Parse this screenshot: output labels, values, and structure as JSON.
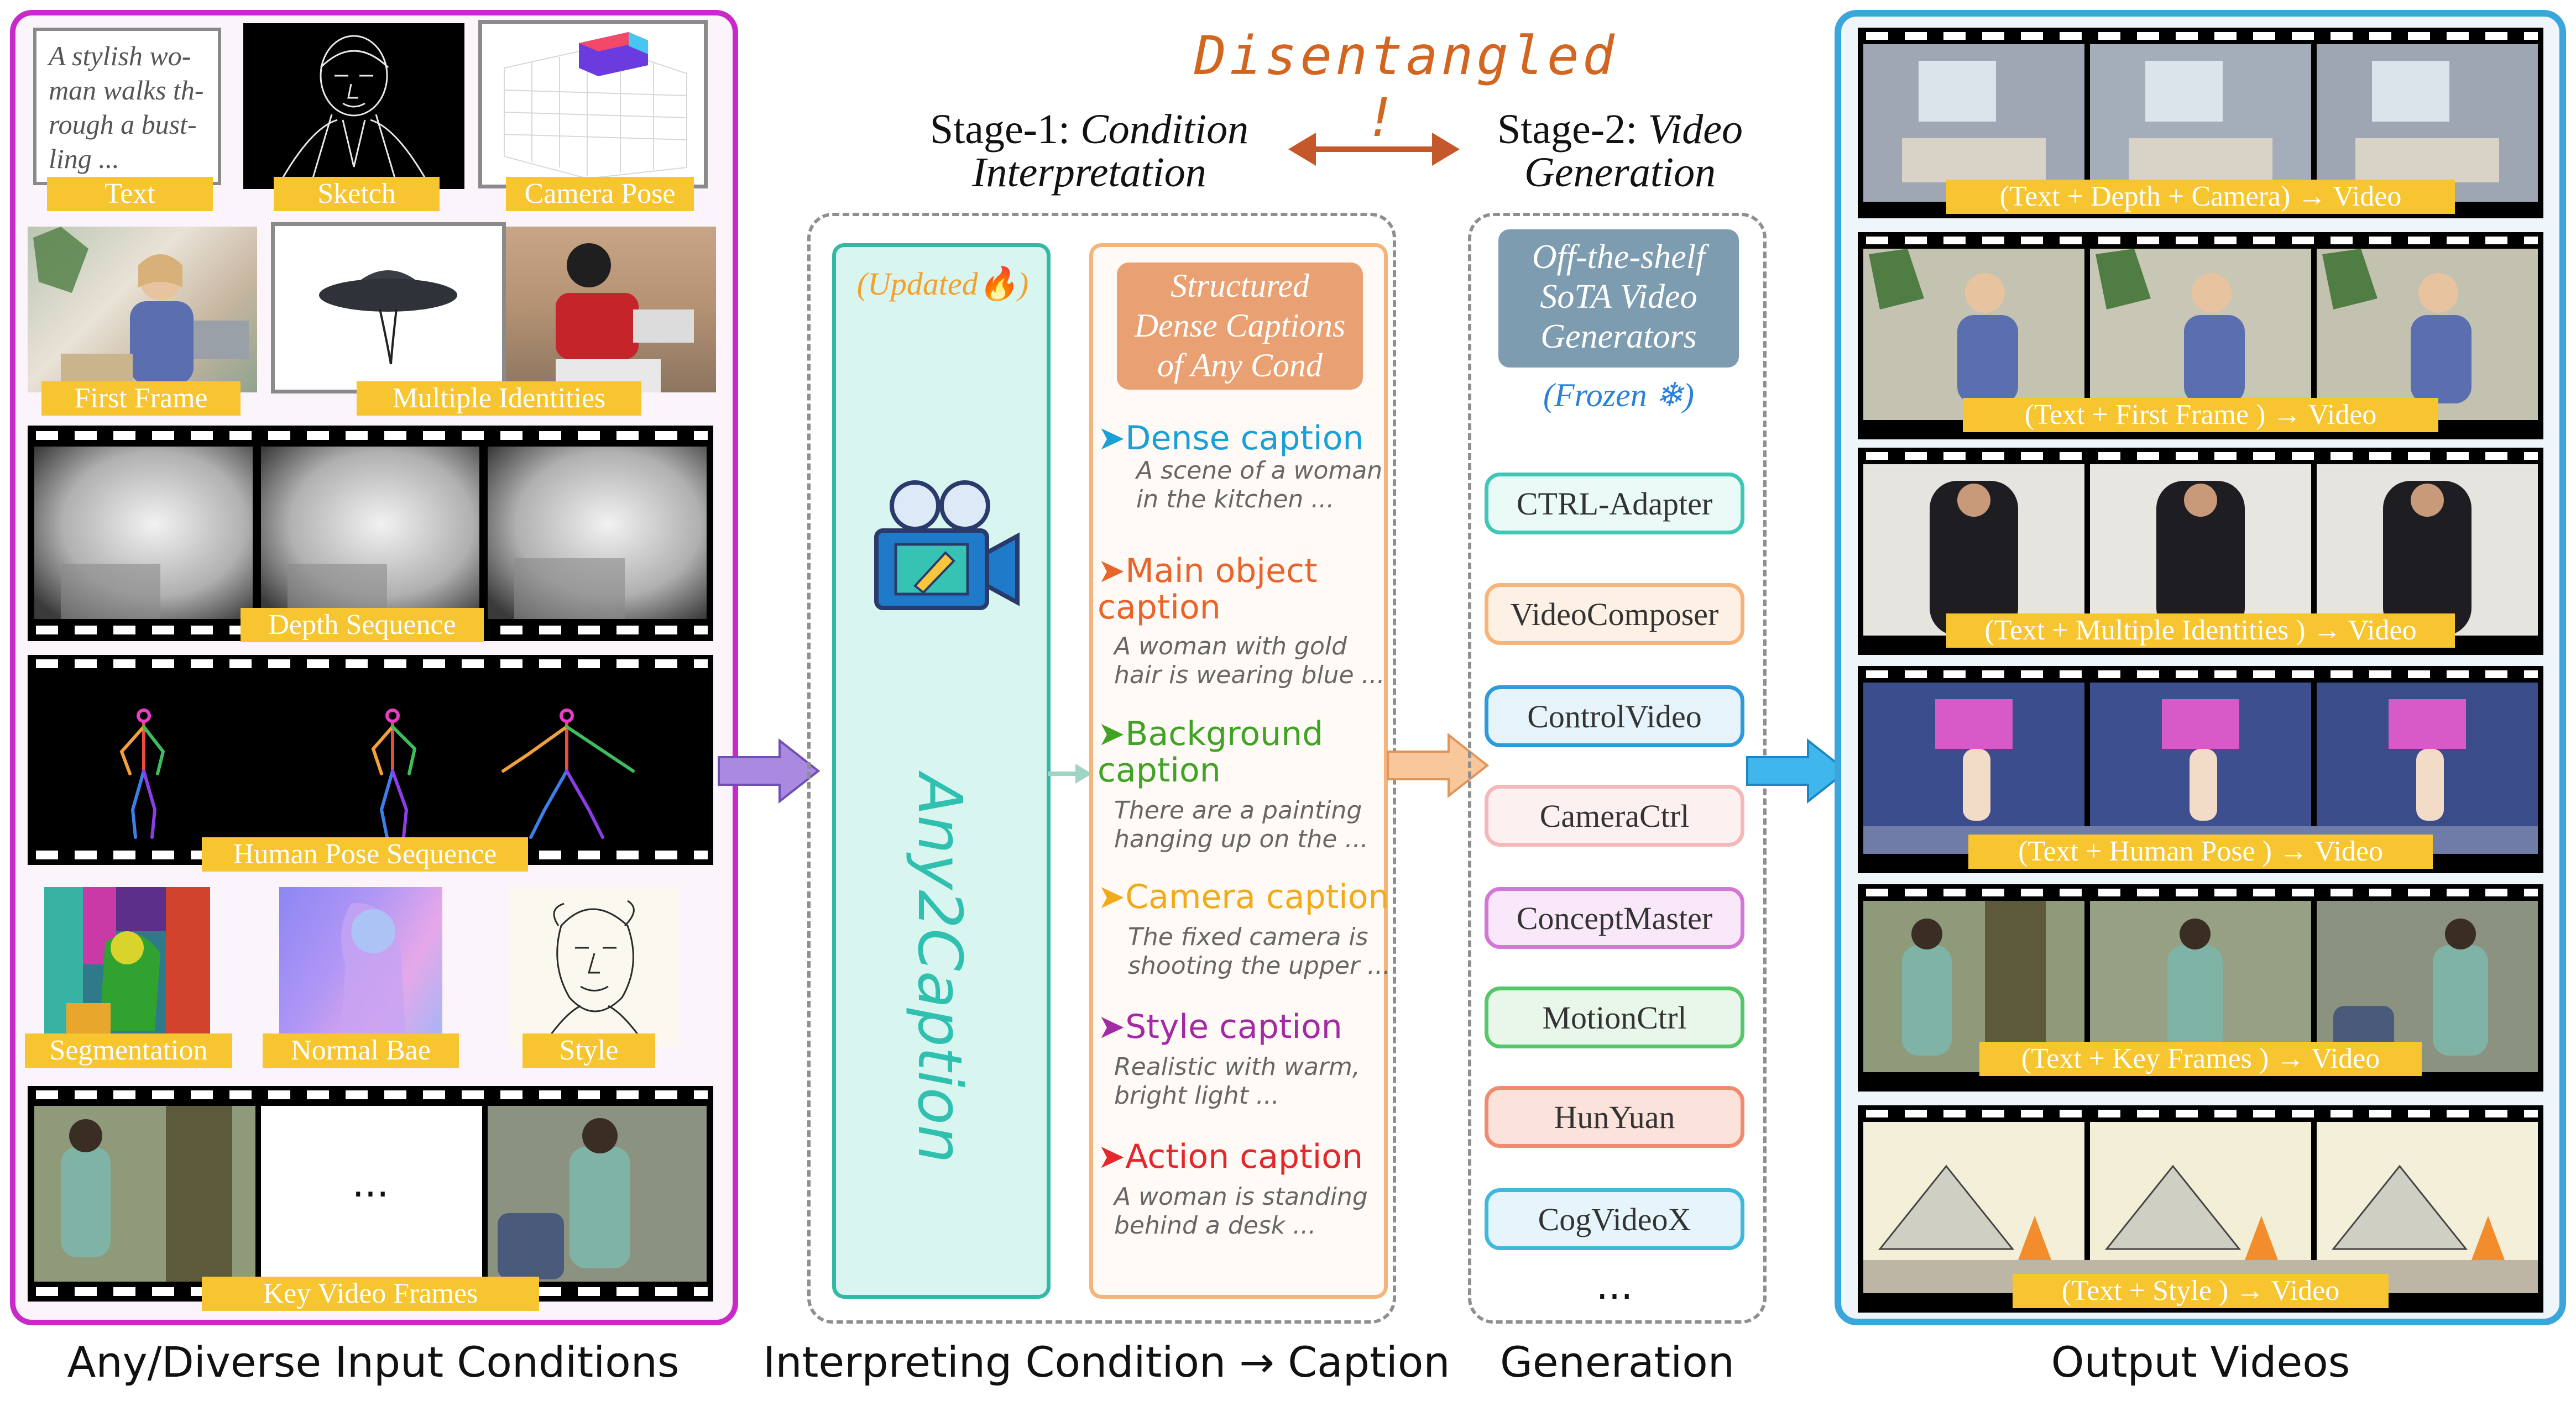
{
  "title": "Disentangled !",
  "stage1": {
    "prefix": "Stage-1:",
    "italic_line1": "Condition",
    "italic_line2": "Interpretation"
  },
  "stage2": {
    "prefix": "Stage-2:",
    "italic_line1": "Video",
    "italic_line2": "Generation"
  },
  "inputs": {
    "text_prompt": "A stylish woman walks through a bustling ...",
    "text_prompt_lines": [
      "A stylish wo-",
      "man walks th-",
      "rough a bust-",
      "ling ..."
    ],
    "labels": {
      "text": "Text",
      "sketch": "Sketch",
      "camera_pose": "Camera Pose",
      "first_frame": "First Frame",
      "multiple_identities": "Multiple Identities",
      "depth_sequence": "Depth Sequence",
      "human_pose_sequence": "Human Pose Sequence",
      "segmentation": "Segmentation",
      "normal_bae": "Normal Bae",
      "style": "Style",
      "key_video_frames": "Key Video Frames"
    },
    "ellipsis": "..."
  },
  "stage1_box": {
    "updated_label": "Updated",
    "model_name": "Any2Caption",
    "structured_lines": [
      "Structured",
      "Dense Captions",
      "of Any Cond"
    ],
    "captions": [
      {
        "title": "Dense caption",
        "title_lines": [
          "Dense caption"
        ],
        "desc_lines": [
          "A scene of a woman",
          "in the kitchen ..."
        ],
        "color": "#1aa0d8"
      },
      {
        "title": "Main object caption",
        "title_lines": [
          "Main object",
          "caption"
        ],
        "desc_lines": [
          "A woman with gold",
          "hair is wearing blue ..."
        ],
        "color": "#e9642a"
      },
      {
        "title": "Background caption",
        "title_lines": [
          "Background",
          "caption"
        ],
        "desc_lines": [
          "There are a painting",
          "hanging up on the ..."
        ],
        "color": "#41a325"
      },
      {
        "title": "Camera caption",
        "title_lines": [
          "Camera caption"
        ],
        "desc_lines": [
          "The fixed camera is",
          "shooting the upper ..."
        ],
        "color": "#f2aa18"
      },
      {
        "title": "Style caption",
        "title_lines": [
          "Style caption"
        ],
        "desc_lines": [
          "Realistic with warm,",
          "bright light ..."
        ],
        "color": "#a22aa3"
      },
      {
        "title": "Action caption",
        "title_lines": [
          "Action caption"
        ],
        "desc_lines": [
          "A woman is standing",
          "behind a desk ..."
        ],
        "color": "#e5262b"
      }
    ]
  },
  "stage2_box": {
    "generator_lines": [
      "Off-the-shelf",
      "SoTA Video",
      "Generators"
    ],
    "frozen_label": "Frozen",
    "models": [
      {
        "name": "CTRL-Adapter",
        "border": "#3ec7b5",
        "fill": "#e9faf7"
      },
      {
        "name": "VideoComposer",
        "border": "#f7b47a",
        "fill": "#fdf0e4"
      },
      {
        "name": "ControlVideo",
        "border": "#2e9ad8",
        "fill": "#e6f3fb"
      },
      {
        "name": "CameraCtrl",
        "border": "#f3b8b8",
        "fill": "#fdf0f0"
      },
      {
        "name": "ConceptMaster",
        "border": "#d277d6",
        "fill": "#f8e8f9"
      },
      {
        "name": "MotionCtrl",
        "border": "#56c66a",
        "fill": "#e8f7ea"
      },
      {
        "name": "HunYuan",
        "border": "#f18b70",
        "fill": "#fbe2db"
      },
      {
        "name": "CogVideoX",
        "border": "#3fb8dc",
        "fill": "#e5f5fb"
      }
    ],
    "ellipsis": "..."
  },
  "outputs": [
    "(Text + Depth + Camera) → Video",
    "(Text + First Frame ) → Video",
    "(Text + Multiple Identities ) → Video",
    "(Text + Human Pose ) → Video",
    "(Text + Key Frames ) → Video",
    "(Text + Style ) → Video"
  ],
  "bottom_labels": {
    "inputs": "Any/Diverse Input Conditions",
    "interpreting": "Interpreting Condition → Caption",
    "generation": "Generation",
    "outputs": "Output Videos"
  }
}
